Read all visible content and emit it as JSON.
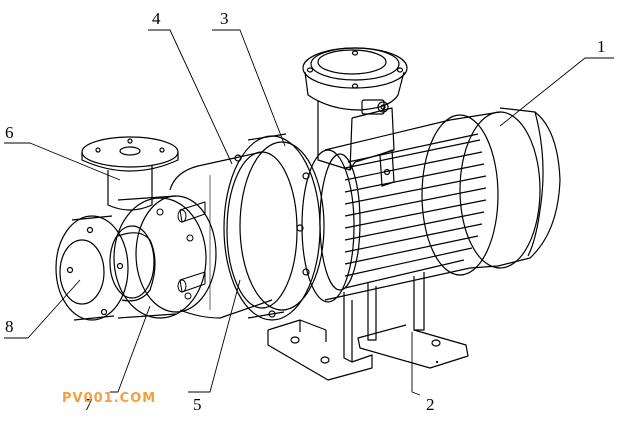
{
  "callouts": [
    {
      "id": "c1",
      "label": "1"
    },
    {
      "id": "c2",
      "label": "2"
    },
    {
      "id": "c3",
      "label": "3"
    },
    {
      "id": "c4",
      "label": "4"
    },
    {
      "id": "c5",
      "label": "5"
    },
    {
      "id": "c6",
      "label": "6"
    },
    {
      "id": "c7",
      "label": "7"
    },
    {
      "id": "c8",
      "label": "8"
    }
  ],
  "watermark": "PV001.COM",
  "colors": {
    "line": "#000000",
    "watermark": "#f0a040"
  }
}
